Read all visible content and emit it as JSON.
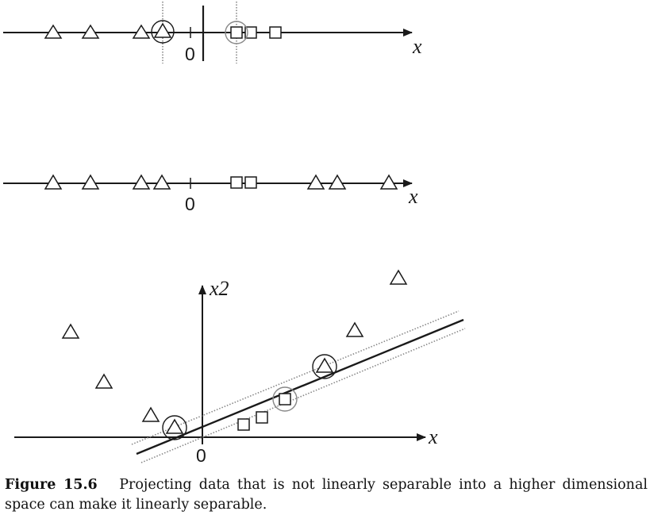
{
  "panel_top": {
    "x_axis_label": "x",
    "origin_label": "0",
    "triangles": [
      "t1",
      "t2",
      "t3",
      "t4"
    ],
    "squares": [
      "s1",
      "s2",
      "s3"
    ],
    "circled": [
      "t4",
      "s1"
    ]
  },
  "panel_middle": {
    "x_axis_label": "x",
    "origin_label": "0",
    "triangles": [
      "t1",
      "t2",
      "t3",
      "t4",
      "t5",
      "t6",
      "t7"
    ],
    "squares": [
      "s1",
      "s2"
    ]
  },
  "panel_bottom": {
    "x_axis_label": "x",
    "y_axis_label": "x2",
    "origin_label": "0",
    "triangles": [
      "t1",
      "t2",
      "t3",
      "t4",
      "t5",
      "t6",
      "t7"
    ],
    "squares": [
      "s1",
      "s2",
      "s3"
    ],
    "circled": [
      "t1",
      "t2",
      "s3"
    ]
  },
  "colors": {
    "ink": "#1a1a1a",
    "margin": "#888888"
  },
  "caption": {
    "label": "Figure 15.6",
    "text": "Projecting data that is not linearly separable into a higher dimensional space can make it linearly separable."
  }
}
